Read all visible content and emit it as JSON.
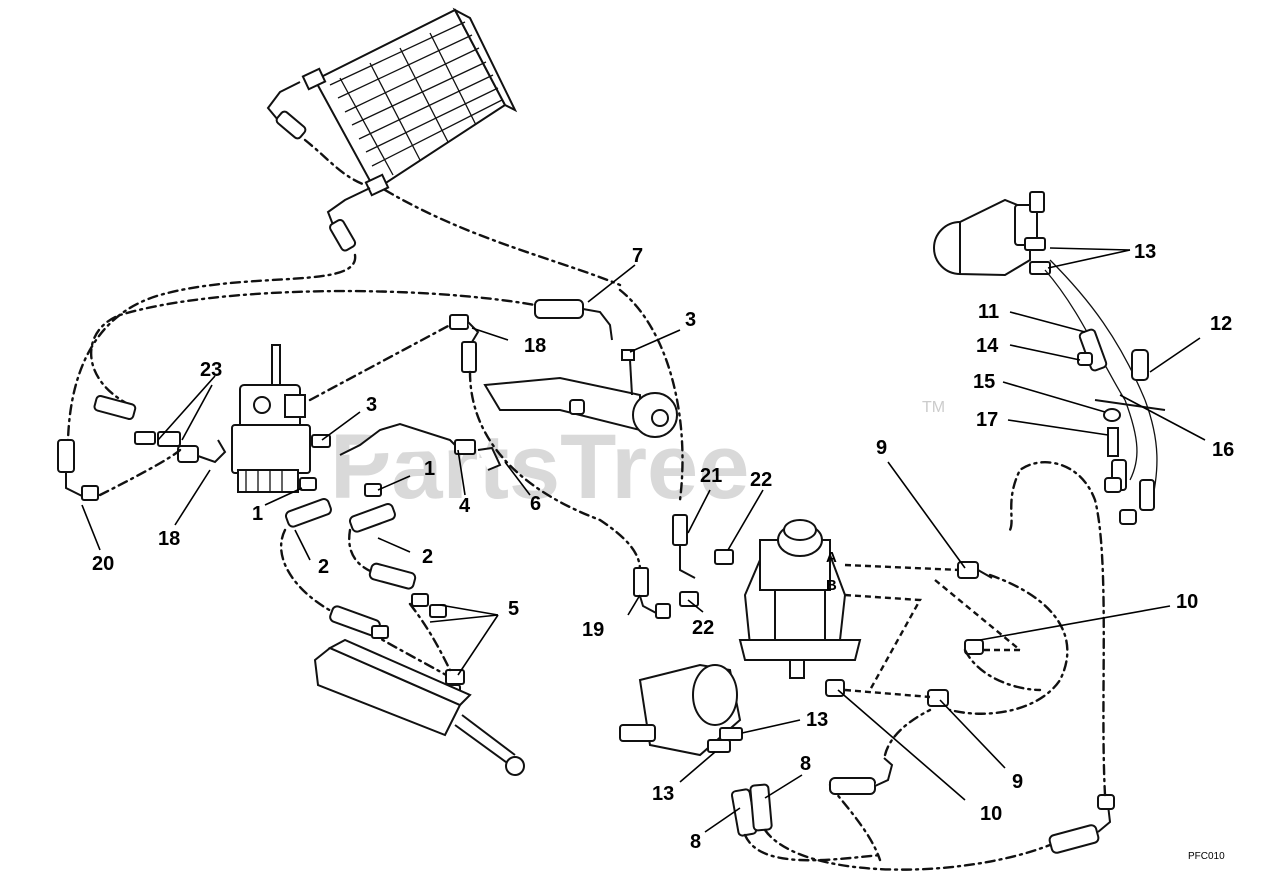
{
  "watermark": {
    "text": "PartsTree",
    "trademark": "TM"
  },
  "drawing_code": "PFC010",
  "port_labels": [
    "A",
    "B"
  ],
  "callouts": [
    "1",
    "1",
    "2",
    "2",
    "3",
    "3",
    "4",
    "5",
    "6",
    "7",
    "8",
    "8",
    "9",
    "9",
    "10",
    "10",
    "11",
    "12",
    "13",
    "13",
    "13",
    "14",
    "15",
    "16",
    "17",
    "18",
    "18",
    "19",
    "20",
    "21",
    "22",
    "22",
    "23"
  ]
}
